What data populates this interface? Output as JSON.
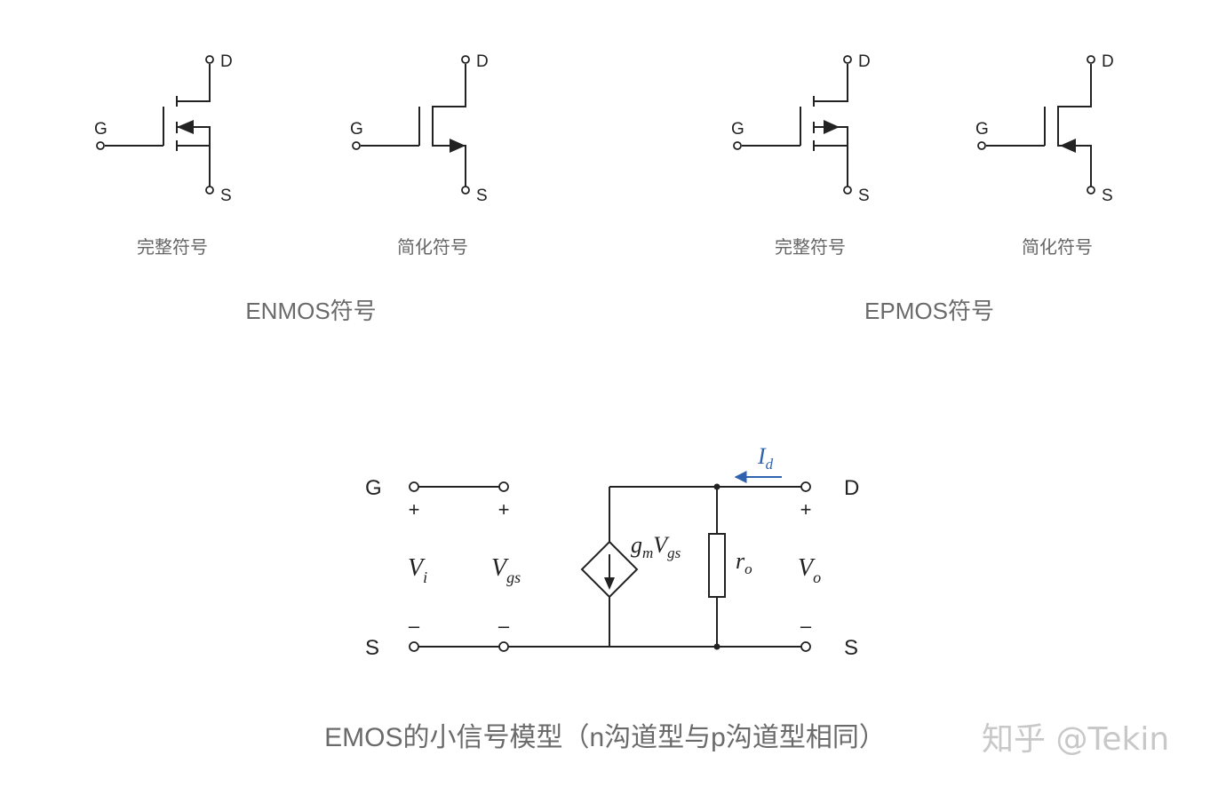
{
  "pins": {
    "drain": "D",
    "gate": "G",
    "source": "S"
  },
  "symbols": {
    "full_label": "完整符号",
    "simplified_label": "简化符号",
    "enmos_title": "ENMOS符号",
    "epmos_title": "EPMOS符号"
  },
  "circuit": {
    "plus": "+",
    "minus": "–",
    "v_i": "V",
    "v_i_sub": "i",
    "v_gs": "V",
    "v_gs_sub": "gs",
    "gm": "g",
    "gm_sub": "m",
    "gm_v": "V",
    "gm_v_sub": "gs",
    "r_o": "r",
    "r_o_sub": "o",
    "v_o": "V",
    "v_o_sub": "o",
    "i_d": "I",
    "i_d_sub": "d",
    "current_arrow_color": "#2f63b0"
  },
  "caption": "EMOS的小信号模型（n沟道型与p沟道型相同）",
  "watermark": "知乎 @Tekin"
}
